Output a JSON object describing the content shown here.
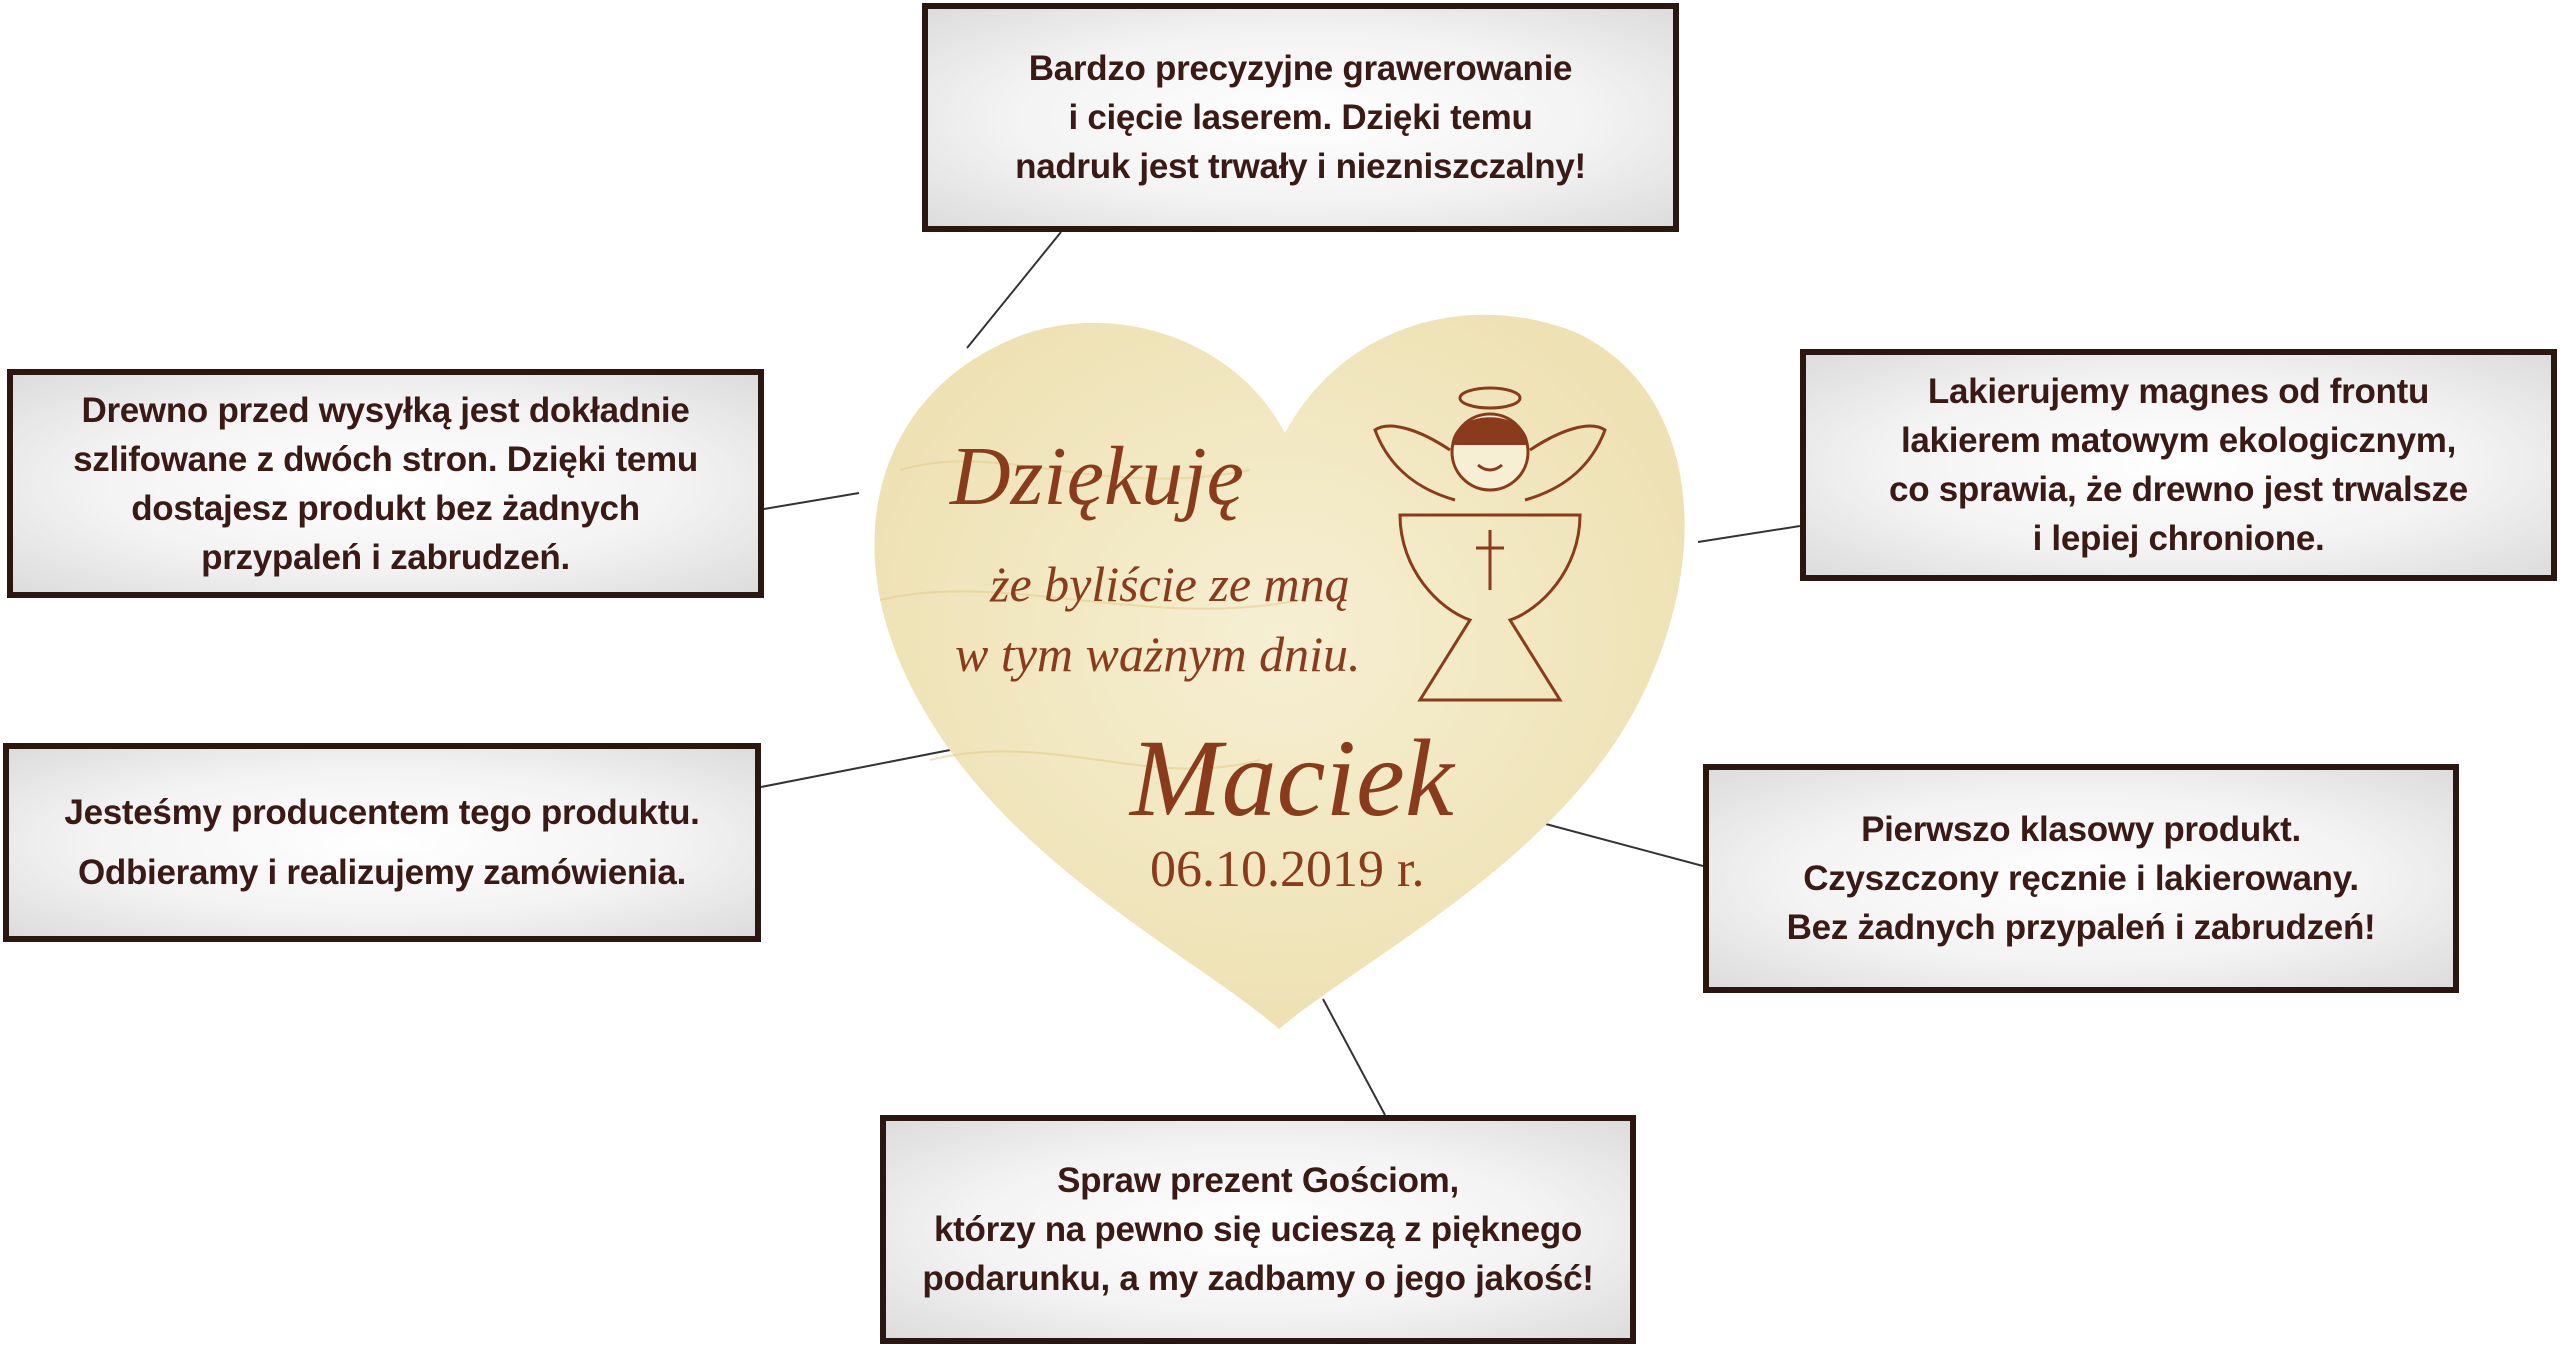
{
  "callouts": {
    "top": [
      "Bardzo precyzyjne grawerowanie",
      "i cięcie laserem. Dzięki temu",
      "nadruk jest trwały i niezniszczalny!"
    ],
    "left_upper": [
      "Drewno przed wysyłką jest dokładnie",
      "szlifowane z dwóch stron. Dzięki temu",
      "dostajesz produkt bez żadnych",
      "przypaleń i zabrudzeń."
    ],
    "left_lower": [
      "Jesteśmy producentem tego produktu.",
      "Odbieramy i realizujemy zamówienia."
    ],
    "right_upper": [
      "Lakierujemy magnes od frontu",
      "lakierem matowym ekologicznym,",
      "co sprawia, że drewno jest trwalsze",
      "i lepiej chronione."
    ],
    "right_lower": [
      "Pierwszo klasowy produkt.",
      "Czyszczony ręcznie i lakierowany.",
      "Bez żadnych przypaleń i zabrudzeń!"
    ],
    "bottom": [
      "Spraw prezent Gościom,",
      "którzy na pewno się ucieszą z pięknego",
      "podarunku, a my zadbamy o jego jakość!"
    ]
  },
  "magnet": {
    "title": "Dziękuję",
    "line1": "że byliście ze mną",
    "line2": "w tym ważnym dniu.",
    "name": "Maciek",
    "date": "06.10.2019 r.",
    "icon": "angel-chalice-icon"
  },
  "colors": {
    "border": "#2b1710",
    "text": "#3a1a14",
    "engraving": "#8a3b1c",
    "wood": "#f3e9c4"
  }
}
